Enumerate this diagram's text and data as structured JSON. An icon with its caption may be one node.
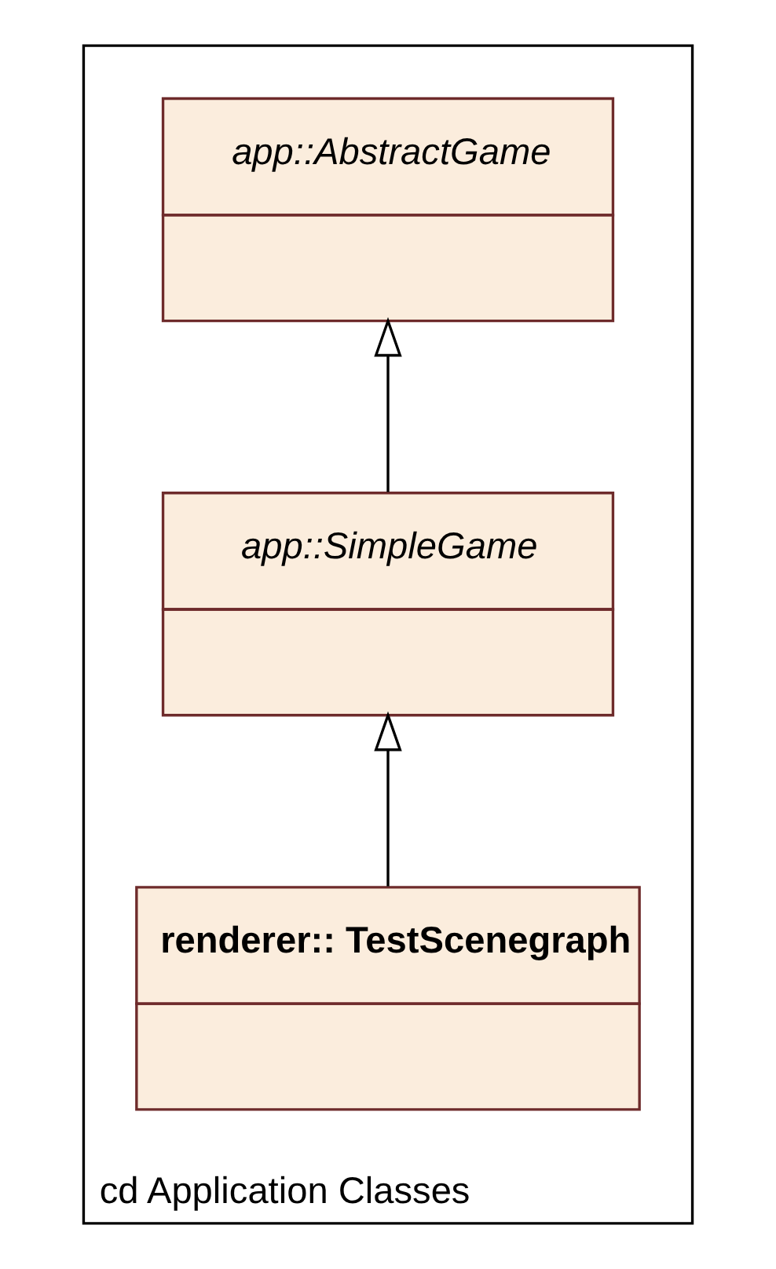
{
  "diagram": {
    "nodes": [
      {
        "text": [
          "cd Application Classes"
        ]
      },
      {
        "text": [
          "app::AbstractGame"
        ],
        "in": 0
      },
      {
        "text": [
          "app::SimpleGame"
        ],
        "in": 0
      },
      {
        "text": [
          "renderer:: TestScenegraph"
        ],
        "in": 0
      }
    ],
    "edges": [
      {
        "from": 2,
        "to": 1,
        "arrow": "to"
      },
      {
        "from": 3,
        "to": 2,
        "arrow": "to"
      }
    ]
  }
}
